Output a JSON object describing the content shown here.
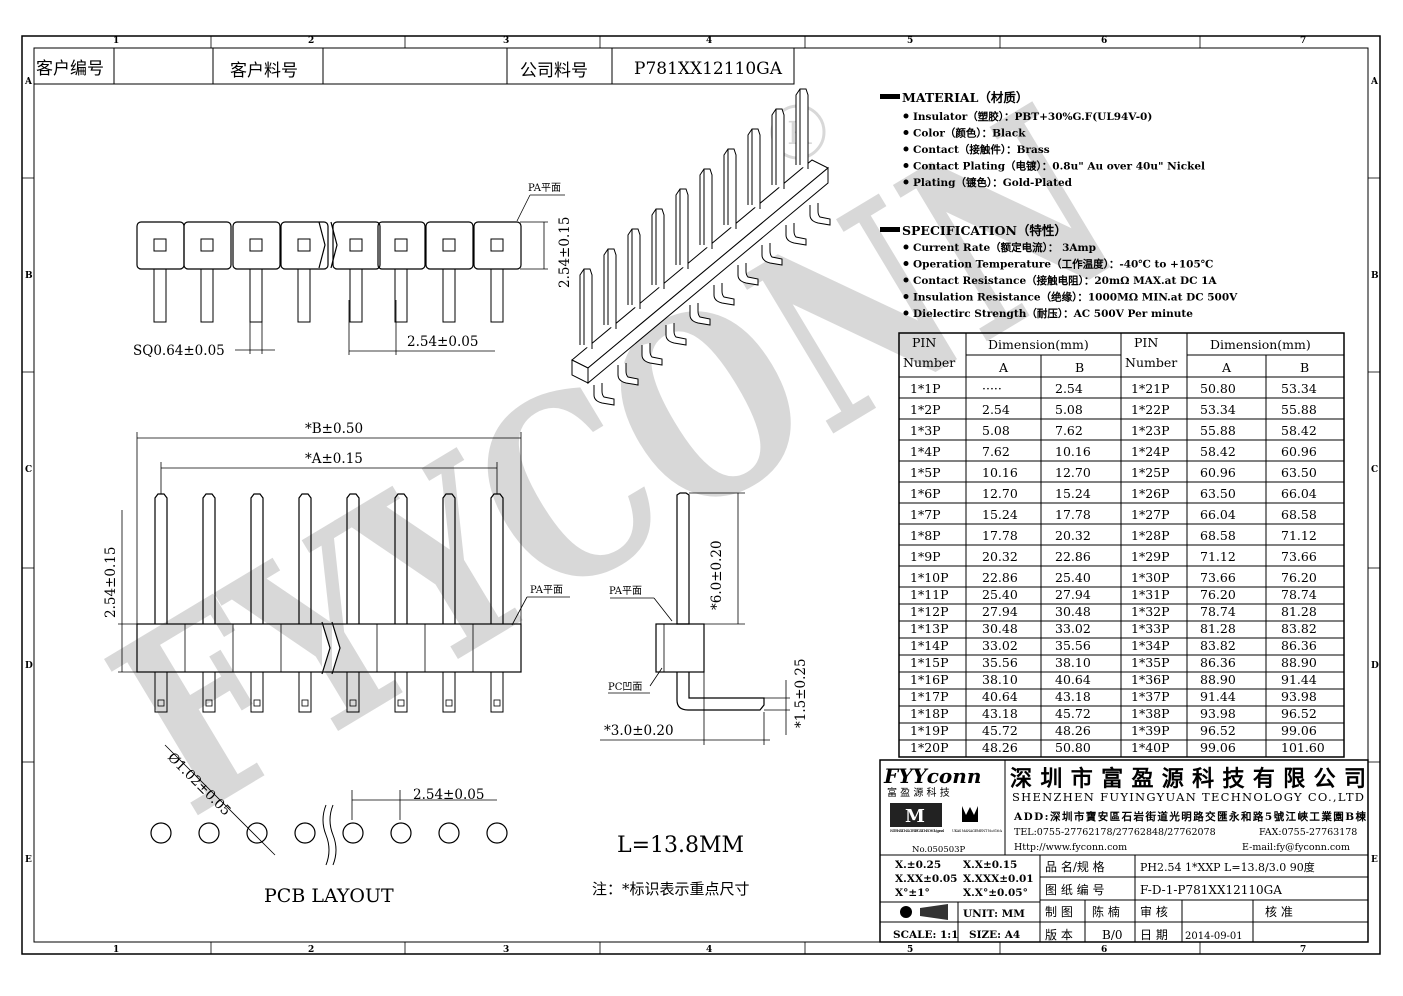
{
  "grid": {
    "cols": [
      "1",
      "2",
      "3",
      "4",
      "5",
      "6",
      "7"
    ],
    "rows": [
      "A",
      "B",
      "C",
      "D",
      "E"
    ]
  },
  "header": {
    "c1": "客户编号",
    "c2": "客户料号",
    "c3": "公司料号",
    "c4": "P781XX12110GA"
  },
  "material": {
    "title": "MATERIAL（材质）",
    "items": [
      "Insulator（塑胶）：PBT+30%G.F(UL94V-0)",
      "Color（颜色）：Black",
      "Contact（接触件）：Brass",
      "Contact Plating（电镀）：0.8u\" Au  over 40u\" Nickel",
      "Plating（镀色）：Gold-Plated"
    ]
  },
  "specification": {
    "title": "SPECIFICATION（特性）",
    "items": [
      "Current Rate（额定电流）： 3Amp",
      "Operation Temperature（工作温度）：-40℃ to +105℃",
      "Contact Resistance（接触电阻）：20mΩ MAX.at DC 1A",
      "Insulation Resistance（绝缘）：1000MΩ MIN.at DC 500V",
      "Dielectirc Strength（耐压）：AC 500V Per minute"
    ]
  },
  "table": {
    "h_pin": "PIN",
    "h_number": "Number",
    "h_dim": "Dimension(mm)",
    "h_a": "A",
    "h_b": "B",
    "rows": [
      [
        "1*1P",
        "·····",
        "2.54",
        "1*21P",
        "50.80",
        "53.34"
      ],
      [
        "1*2P",
        "2.54",
        "5.08",
        "1*22P",
        "53.34",
        "55.88"
      ],
      [
        "1*3P",
        "5.08",
        "7.62",
        "1*23P",
        "55.88",
        "58.42"
      ],
      [
        "1*4P",
        "7.62",
        "10.16",
        "1*24P",
        "58.42",
        "60.96"
      ],
      [
        "1*5P",
        "10.16",
        "12.70",
        "1*25P",
        "60.96",
        "63.50"
      ],
      [
        "1*6P",
        "12.70",
        "15.24",
        "1*26P",
        "63.50",
        "66.04"
      ],
      [
        "1*7P",
        "15.24",
        "17.78",
        "1*27P",
        "66.04",
        "68.58"
      ],
      [
        "1*8P",
        "17.78",
        "20.32",
        "1*28P",
        "68.58",
        "71.12"
      ],
      [
        "1*9P",
        "20.32",
        "22.86",
        "1*29P",
        "71.12",
        "73.66"
      ],
      [
        "1*10P",
        "22.86",
        "25.40",
        "1*30P",
        "73.66",
        "76.20"
      ],
      [
        "1*11P",
        "25.40",
        "27.94",
        "1*31P",
        "76.20",
        "78.74"
      ],
      [
        "1*12P",
        "27.94",
        "30.48",
        "1*32P",
        "78.74",
        "81.28"
      ],
      [
        "1*13P",
        "30.48",
        "33.02",
        "1*33P",
        "81.28",
        "83.82"
      ],
      [
        "1*14P",
        "33.02",
        "35.56",
        "1*34P",
        "83.82",
        "86.36"
      ],
      [
        "1*15P",
        "35.56",
        "38.10",
        "1*35P",
        "86.36",
        "88.90"
      ],
      [
        "1*16P",
        "38.10",
        "40.64",
        "1*36P",
        "88.90",
        "91.44"
      ],
      [
        "1*17P",
        "40.64",
        "43.18",
        "1*37P",
        "91.44",
        "93.98"
      ],
      [
        "1*18P",
        "43.18",
        "45.72",
        "1*38P",
        "93.98",
        "96.52"
      ],
      [
        "1*19P",
        "45.72",
        "48.26",
        "1*39P",
        "96.52",
        "99.06"
      ],
      [
        "1*20P",
        "48.26",
        "50.80",
        "1*40P",
        "99.06",
        "101.60"
      ]
    ]
  },
  "drawing": {
    "pa_face": "PA平面",
    "pc_face": "PC凹面",
    "dim_254_015": "2.54±0.15",
    "dim_sq": "SQ0.64±0.05",
    "dim_pitch": "2.54±0.05",
    "dim_b": "*B±0.50",
    "dim_a": "*A±0.15",
    "dim_60": "*6.0±0.20",
    "dim_15": "*1.5±0.25",
    "dim_30": "*3.0±0.20",
    "dim_hole": "Ø1.02±0.05",
    "length": "L=13.8MM",
    "pcb_layout": "PCB  LAYOUT",
    "note": "注：*标识表示重点尺寸",
    "watermark": "FYYCONN",
    "reg_mark": "R"
  },
  "titleblock": {
    "brand": "FYYconn",
    "brand_sub": "富 盈 源 科 技",
    "company_cn": "深圳市富盈源科技有限公司",
    "company_en": "SHENZHEN FUYINGYUAN TECHNOLOGY CO.,LTD",
    "address": "ADD:深圳市寶安區石岩街道光明路交匯永和路5號江峽工業園B棟",
    "tel": "TEL:0755-27762178/27762848/27762078",
    "fax": "FAX:0755-27763178",
    "http": "Http://www.fyconn.com",
    "email": "E-mail:fy@fyconn.com",
    "cert_no": "No.050503P",
    "iso": "INTERNATIONAL CERTIFICATION ISO 9001 Approval",
    "ukas": "UKAS MANAGEMENT No.016-A",
    "tol1": "X.±0.25",
    "tol2": "X.X±0.15",
    "tol3": "X.XX±0.05",
    "tol4": "X.XXX±0.01",
    "tol5": "X°±1°",
    "tol6": "X.X°±0.05°",
    "unit": "UNIT:  MM",
    "scale": "SCALE: 1:1",
    "size": "SIZE: A4",
    "l_name": "品 名/规 格",
    "v_name": "PH2.54  1*XXP  L=13.8/3.0  90度",
    "l_dwg": "图 纸 编 号",
    "v_dwg": "F-D-1-P781XX12110GA",
    "l_draw": "制 图",
    "v_draw": "陈 楠",
    "l_check": "审 核",
    "l_approve": "核 准",
    "l_ver": "版 本",
    "v_ver": "B/0",
    "l_date": "日 期",
    "v_date": "2014-09-01"
  }
}
